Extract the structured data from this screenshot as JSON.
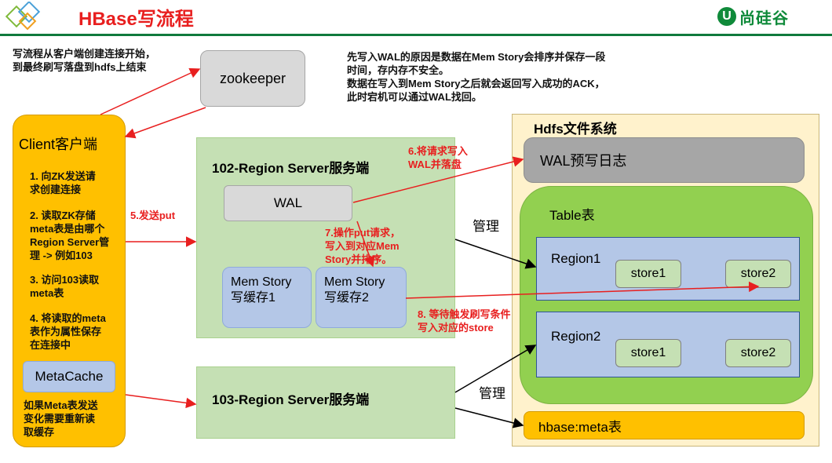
{
  "header": {
    "title": "HBase写流程",
    "brand": "尚硅谷",
    "brand_mark": "U",
    "colors": {
      "title": "#e81f1f",
      "rule": "#0f7a3c",
      "brand": "#0f8a3a"
    }
  },
  "notes": {
    "intro": [
      "写流程从客户端创建连接开始，",
      "到最终刷写落盘到hdfs上结束"
    ],
    "wal_reason": [
      "先写入WAL的原因是数据在Mem Story会排序并保存一段",
      "时间，存内存不安全。",
      "数据在写入到Mem Story之后就会返回写入成功的ACK，",
      "此时宕机可以通过WAL找回。"
    ]
  },
  "zookeeper": {
    "label": "zookeeper"
  },
  "client": {
    "title": "Client客户端",
    "steps": [
      [
        "1. 向ZK发送请",
        "求创建连接"
      ],
      [
        "2. 读取ZK存储",
        "meta表是由哪个",
        "Region Server管",
        "理 -> 例如103"
      ],
      [
        "3. 访问103读取",
        "meta表"
      ],
      [
        "4. 将读取的meta",
        "表作为属性保存",
        "在连接中"
      ]
    ],
    "metacache": "MetaCache",
    "footer": [
      "如果Meta表发送",
      "变化需要重新读",
      "取缓存"
    ]
  },
  "rs102": {
    "title": "102-Region Server服务端",
    "wal": "WAL",
    "mem1": [
      "Mem Story",
      "写缓存1"
    ],
    "mem2": [
      "Mem Story",
      "写缓存2"
    ]
  },
  "rs103": {
    "title": "103-Region Server服务端"
  },
  "hdfs": {
    "title": "Hdfs文件系统",
    "wal_log": "WAL预写日志",
    "table_title": "Table表",
    "region1": {
      "label": "Region1",
      "store1": "store1",
      "store2": "store2"
    },
    "region2": {
      "label": "Region2",
      "store1": "store1",
      "store2": "store2"
    },
    "meta_table": "hbase:meta表"
  },
  "edges": {
    "put": "5.发送put",
    "write_wal": [
      "6.将请求写入",
      "WAL并落盘"
    ],
    "to_mem": [
      "7.操作put请求，",
      "写入到对应Mem",
      "Story并排序。"
    ],
    "flush": [
      "8. 等待触发刷写条件",
      "写入对应的store"
    ],
    "manage": "管理"
  }
}
